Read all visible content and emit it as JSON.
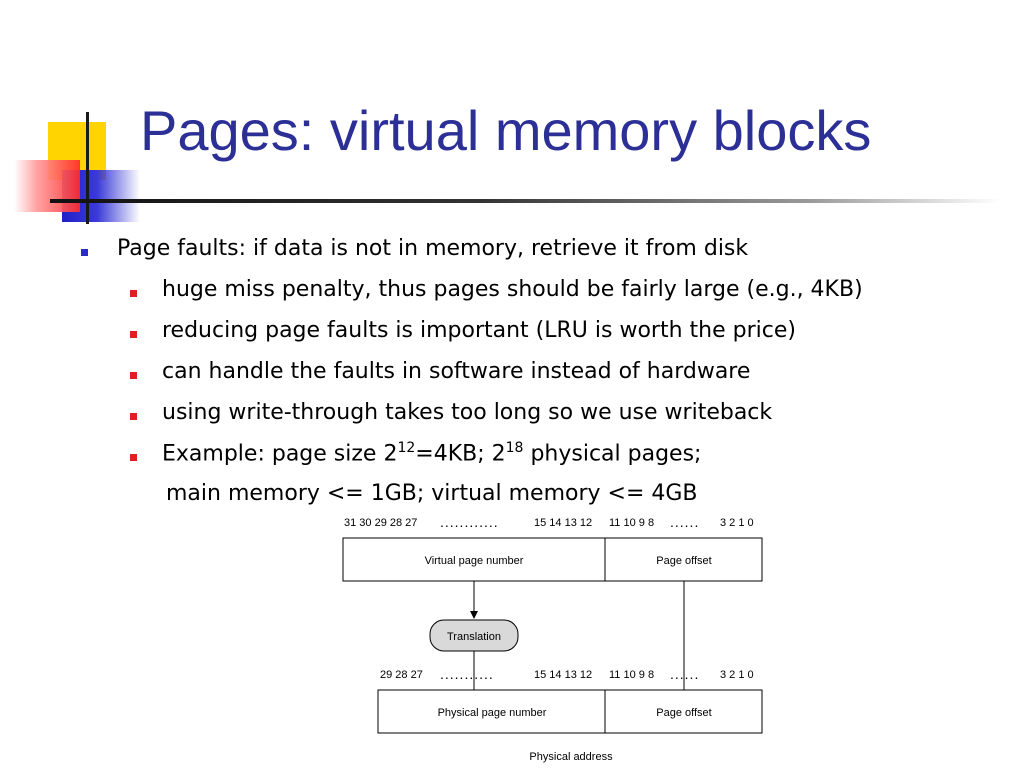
{
  "slide": {
    "title": "Pages:  virtual memory blocks",
    "bullets": {
      "main": "Page faults: if data is not in memory, retrieve it from disk",
      "sub": [
        "huge miss penalty, thus pages should be fairly large (e.g., 4KB)",
        "reducing page faults is important (LRU is worth the price)",
        "can handle the faults in software instead of hardware",
        "using write-through takes too long so we use writeback"
      ],
      "example": {
        "prefix": "Example: page size 2",
        "exp1": "12",
        "mid": "=4KB; 2",
        "exp2": "18",
        "suffix": " physical pages;"
      },
      "continuation": "main memory <= 1GB; virtual memory <= 4GB"
    }
  },
  "diagram": {
    "virtual_bits": {
      "high": "31 30 29 28 27",
      "dots1": "............",
      "mid": "15 14 13 12",
      "low1": "11 10 9 8",
      "dots2": "......",
      "low2": "3 2 1 0"
    },
    "virtual_page_number": "Virtual page number",
    "page_offset": "Page offset",
    "translation": "Translation",
    "physical_bits": {
      "high": "29 28 27",
      "dots1": "...........",
      "mid": "15 14 13 12",
      "low1": "11 10 9 8",
      "dots2": "......",
      "low2": "3 2 1 0"
    },
    "physical_page_number": "Physical page number",
    "physical_page_offset": "Page offset",
    "physical_address": "Physical address"
  }
}
